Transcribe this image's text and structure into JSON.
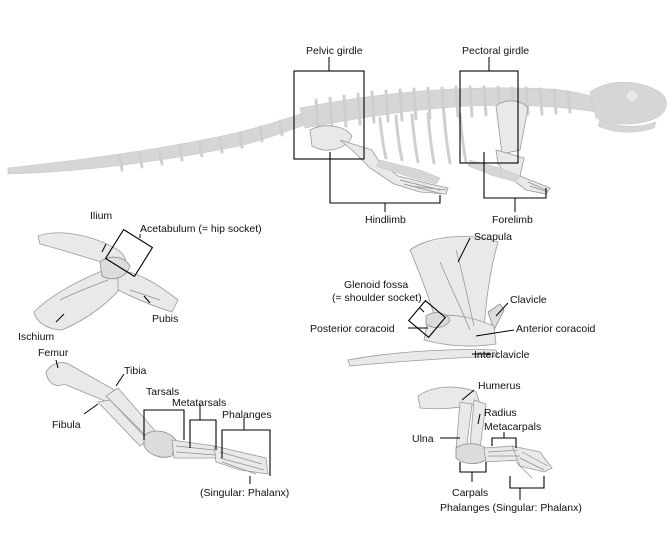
{
  "whole_skeleton": {
    "labels": {
      "pelvic_girdle": "Pelvic girdle",
      "pectoral_girdle": "Pectoral girdle",
      "hindlimb": "Hindlimb",
      "forelimb": "Forelimb"
    }
  },
  "pelvic_girdle_detail": {
    "labels": {
      "ilium": "Ilium",
      "acetabulum": "Acetabulum (= hip socket)",
      "ischium": "Ischium",
      "pubis": "Pubis"
    }
  },
  "hindlimb_detail": {
    "labels": {
      "femur": "Femur",
      "tibia": "Tibia",
      "fibula": "Fibula",
      "tarsals": "Tarsals",
      "metatarsals": "Metatarsals",
      "phalanges": "Phalanges",
      "singular": "(Singular: Phalanx)"
    }
  },
  "pectoral_girdle_detail": {
    "labels": {
      "scapula": "Scapula",
      "glenoid_line1": "Glenoid fossa",
      "glenoid_line2": "(= shoulder socket)",
      "clavicle": "Clavicle",
      "posterior_coracoid": "Posterior coracoid",
      "anterior_coracoid": "Anterior coracoid",
      "interclavicle": "Interclavicle"
    }
  },
  "forelimb_detail": {
    "labels": {
      "humerus": "Humerus",
      "radius": "Radius",
      "metacarpals": "Metacarpals",
      "ulna": "Ulna",
      "carpals": "Carpals",
      "phalanges": "Phalanges (Singular: Phalanx)"
    }
  },
  "colors": {
    "ghost_skeleton": "#d6d6d6",
    "bone": "#e9e9e9",
    "outline": "#9a9a9a",
    "leader_lines": "#000000"
  }
}
